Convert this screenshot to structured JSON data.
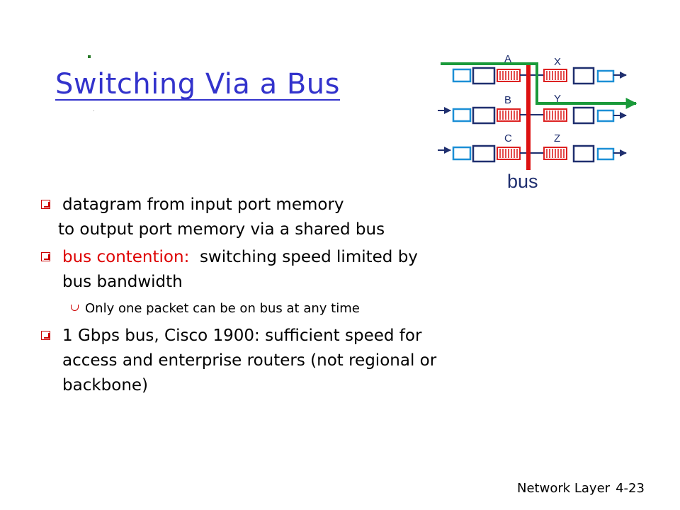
{
  "slide": {
    "title": "Switching Via a Bus",
    "bullets": [
      {
        "line1": "datagram from input port memory",
        "line2": "to output port memory via a shared bus"
      },
      {
        "red_text": "bus contention:",
        "rest_text": "  switching speed limited by bus bandwidth",
        "sub": "Only one packet can be on bus at any time"
      },
      {
        "text": "1 Gbps bus, Cisco 1900: sufficient speed for access and enterprise routers (not regional or backbone)"
      }
    ]
  },
  "diagram": {
    "input_labels": [
      "A",
      "B",
      "C"
    ],
    "output_labels": [
      "X",
      "Y",
      "Z"
    ],
    "bus_label": "bus",
    "colors": {
      "bus": "#dd1111",
      "highlight_path": "#1a9a3a",
      "queue": "#dd2222",
      "line_card": "#1f2f6f",
      "port": "#1c8fd6"
    }
  },
  "footer": {
    "section": "Network Layer",
    "page": "4-23"
  }
}
